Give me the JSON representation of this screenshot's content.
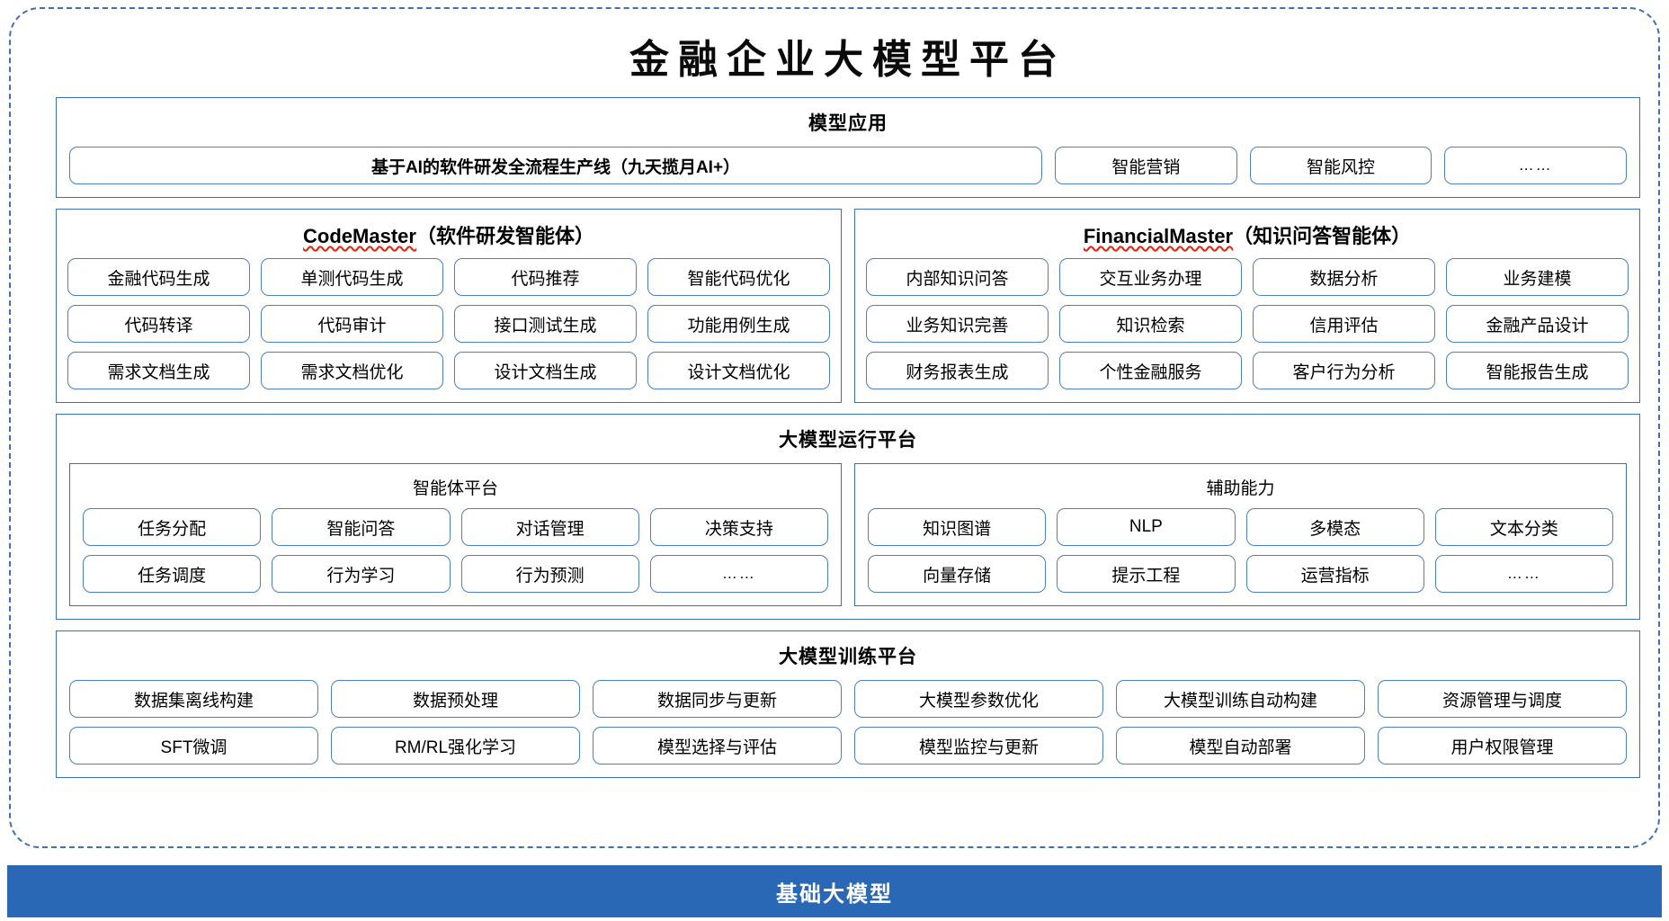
{
  "title": "金融企业大模型平台",
  "model_application": {
    "section_title": "模型应用",
    "primary": "基于AI的软件研发全流程生产线（九天揽月AI+）",
    "items": [
      "智能营销",
      "智能风控",
      "……"
    ]
  },
  "agents": [
    {
      "name": "CodeMaster",
      "suffix": "（软件研发智能体）",
      "items": [
        "金融代码生成",
        "单测代码生成",
        "代码推荐",
        "智能代码优化",
        "代码转译",
        "代码审计",
        "接口测试生成",
        "功能用例生成",
        "需求文档生成",
        "需求文档优化",
        "设计文档生成",
        "设计文档优化"
      ]
    },
    {
      "name": "FinancialMaster",
      "suffix": "（知识问答智能体）",
      "items": [
        "内部知识问答",
        "交互业务办理",
        "数据分析",
        "业务建模",
        "业务知识完善",
        "知识检索",
        "信用评估",
        "金融产品设计",
        "财务报表生成",
        "个性金融服务",
        "客户行为分析",
        "智能报告生成"
      ]
    }
  ],
  "runtime_platform": {
    "section_title": "大模型运行平台",
    "columns": [
      {
        "sub_title": "智能体平台",
        "items": [
          "任务分配",
          "智能问答",
          "对话管理",
          "决策支持",
          "任务调度",
          "行为学习",
          "行为预测",
          "……"
        ]
      },
      {
        "sub_title": "辅助能力",
        "items": [
          "知识图谱",
          "NLP",
          "多模态",
          "文本分类",
          "向量存储",
          "提示工程",
          "运营指标",
          "……"
        ]
      }
    ]
  },
  "training_platform": {
    "section_title": "大模型训练平台",
    "items": [
      "数据集离线构建",
      "数据预处理",
      "数据同步与更新",
      "大模型参数优化",
      "大模型训练自动构建",
      "资源管理与调度",
      "SFT微调",
      "RM/RL强化学习",
      "模型选择与评估",
      "模型监控与更新",
      "模型自动部署",
      "用户权限管理"
    ]
  },
  "base_model": {
    "label": "基础大模型"
  },
  "colors": {
    "border_blue": "#3a6fb0",
    "pill_blue": "#4a7fc1",
    "base_bar": "#2a68b5",
    "spellcheck_red": "#e02b18"
  }
}
